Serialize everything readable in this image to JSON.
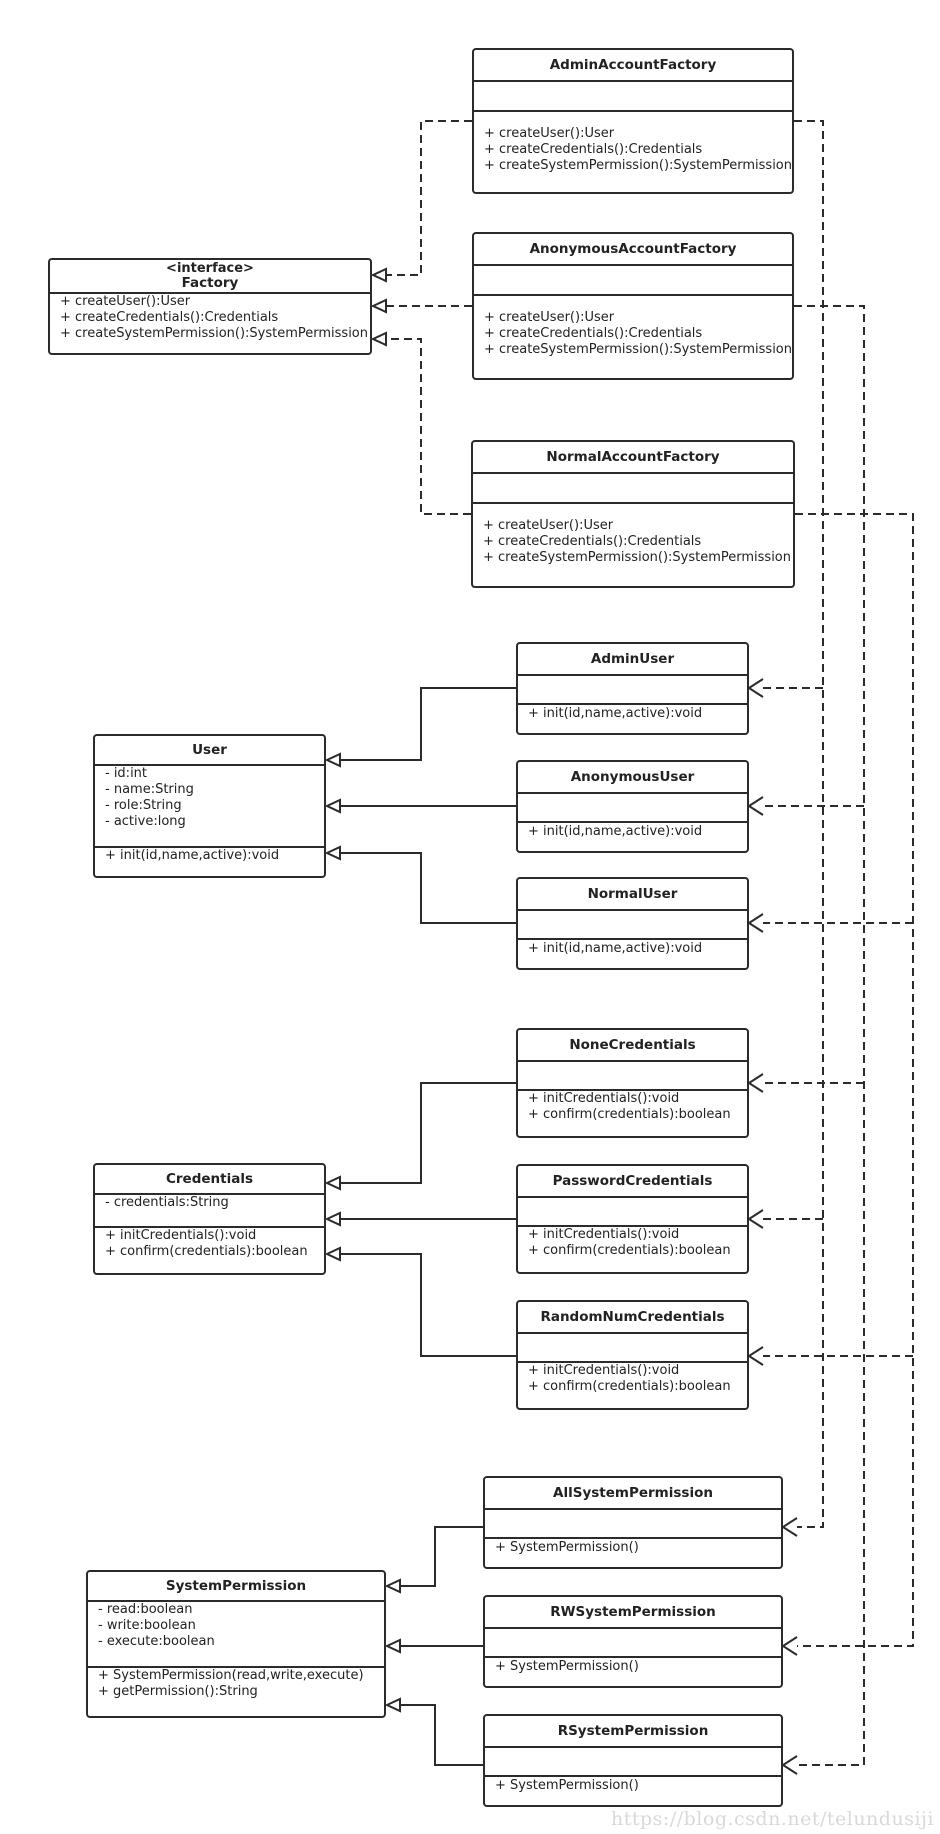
{
  "diagram": {
    "interfaces": {
      "factory": {
        "stereotype": "<interface>",
        "name": "Factory",
        "methods": [
          "+ createUser():User",
          "+ createCredentials():Credentials",
          "+ createSystemPermission():SystemPermission"
        ]
      }
    },
    "classes": {
      "admin_account_factory": {
        "name": "AdminAccountFactory",
        "attributes": [],
        "methods": [
          "+ createUser():User",
          "+ createCredentials():Credentials",
          "+ createSystemPermission():SystemPermission"
        ]
      },
      "anonymous_account_factory": {
        "name": "AnonymousAccountFactory",
        "attributes": [],
        "methods": [
          "+ createUser():User",
          "+ createCredentials():Credentials",
          "+ createSystemPermission():SystemPermission"
        ]
      },
      "normal_account_factory": {
        "name": "NormalAccountFactory",
        "attributes": [],
        "methods": [
          "+ createUser():User",
          "+ createCredentials():Credentials",
          "+ createSystemPermission():SystemPermission"
        ]
      },
      "user": {
        "name": "User",
        "attributes": [
          "- id:int",
          "- name:String",
          "- role:String",
          "- active:long"
        ],
        "methods": [
          "+ init(id,name,active):void"
        ]
      },
      "admin_user": {
        "name": "AdminUser",
        "attributes": [],
        "methods": [
          "+ init(id,name,active):void"
        ]
      },
      "anonymous_user": {
        "name": "AnonymousUser",
        "attributes": [],
        "methods": [
          "+ init(id,name,active):void"
        ]
      },
      "normal_user": {
        "name": "NormalUser",
        "attributes": [],
        "methods": [
          "+ init(id,name,active):void"
        ]
      },
      "credentials": {
        "name": "Credentials",
        "attributes": [
          "- credentials:String"
        ],
        "methods": [
          "+ initCredentials():void",
          "+ confirm(credentials):boolean"
        ]
      },
      "none_credentials": {
        "name": "NoneCredentials",
        "attributes": [],
        "methods": [
          "+ initCredentials():void",
          "+ confirm(credentials):boolean"
        ]
      },
      "password_credentials": {
        "name": "PasswordCredentials",
        "attributes": [],
        "methods": [
          "+ initCredentials():void",
          "+ confirm(credentials):boolean"
        ]
      },
      "random_num_credentials": {
        "name": "RandomNumCredentials",
        "attributes": [],
        "methods": [
          "+ initCredentials():void",
          "+ confirm(credentials):boolean"
        ]
      },
      "system_permission": {
        "name": "SystemPermission",
        "attributes": [
          "- read:boolean",
          "- write:boolean",
          "- execute:boolean"
        ],
        "methods": [
          "+ SystemPermission(read,write,execute)",
          "+ getPermission():String"
        ]
      },
      "all_system_permission": {
        "name": "AllSystemPermission",
        "attributes": [],
        "methods": [
          "+ SystemPermission()"
        ]
      },
      "rw_system_permission": {
        "name": "RWSystemPermission",
        "attributes": [],
        "methods": [
          "+ SystemPermission()"
        ]
      },
      "r_system_permission": {
        "name": "RSystemPermission",
        "attributes": [],
        "methods": [
          "+ SystemPermission()"
        ]
      }
    },
    "relations": [
      {
        "from": "admin_account_factory",
        "to": "factory",
        "type": "realization"
      },
      {
        "from": "anonymous_account_factory",
        "to": "factory",
        "type": "realization"
      },
      {
        "from": "normal_account_factory",
        "to": "factory",
        "type": "realization"
      },
      {
        "from": "admin_user",
        "to": "user",
        "type": "generalization"
      },
      {
        "from": "anonymous_user",
        "to": "user",
        "type": "generalization"
      },
      {
        "from": "normal_user",
        "to": "user",
        "type": "generalization"
      },
      {
        "from": "none_credentials",
        "to": "credentials",
        "type": "generalization"
      },
      {
        "from": "password_credentials",
        "to": "credentials",
        "type": "generalization"
      },
      {
        "from": "random_num_credentials",
        "to": "credentials",
        "type": "generalization"
      },
      {
        "from": "all_system_permission",
        "to": "system_permission",
        "type": "generalization"
      },
      {
        "from": "rw_system_permission",
        "to": "system_permission",
        "type": "generalization"
      },
      {
        "from": "r_system_permission",
        "to": "system_permission",
        "type": "generalization"
      },
      {
        "from": "admin_account_factory",
        "to": "admin_user",
        "type": "dependency"
      },
      {
        "from": "admin_account_factory",
        "to": "password_credentials",
        "type": "dependency"
      },
      {
        "from": "admin_account_factory",
        "to": "all_system_permission",
        "type": "dependency"
      },
      {
        "from": "anonymous_account_factory",
        "to": "anonymous_user",
        "type": "dependency"
      },
      {
        "from": "anonymous_account_factory",
        "to": "none_credentials",
        "type": "dependency"
      },
      {
        "from": "anonymous_account_factory",
        "to": "r_system_permission",
        "type": "dependency"
      },
      {
        "from": "normal_account_factory",
        "to": "normal_user",
        "type": "dependency"
      },
      {
        "from": "normal_account_factory",
        "to": "random_num_credentials",
        "type": "dependency"
      },
      {
        "from": "normal_account_factory",
        "to": "rw_system_permission",
        "type": "dependency"
      }
    ]
  },
  "watermark": "https://blog.csdn.net/telundusiji",
  "colors": {
    "line": "#2b2b2b",
    "box_border": "#2b2b2b",
    "watermark": "#d9d9d9"
  }
}
